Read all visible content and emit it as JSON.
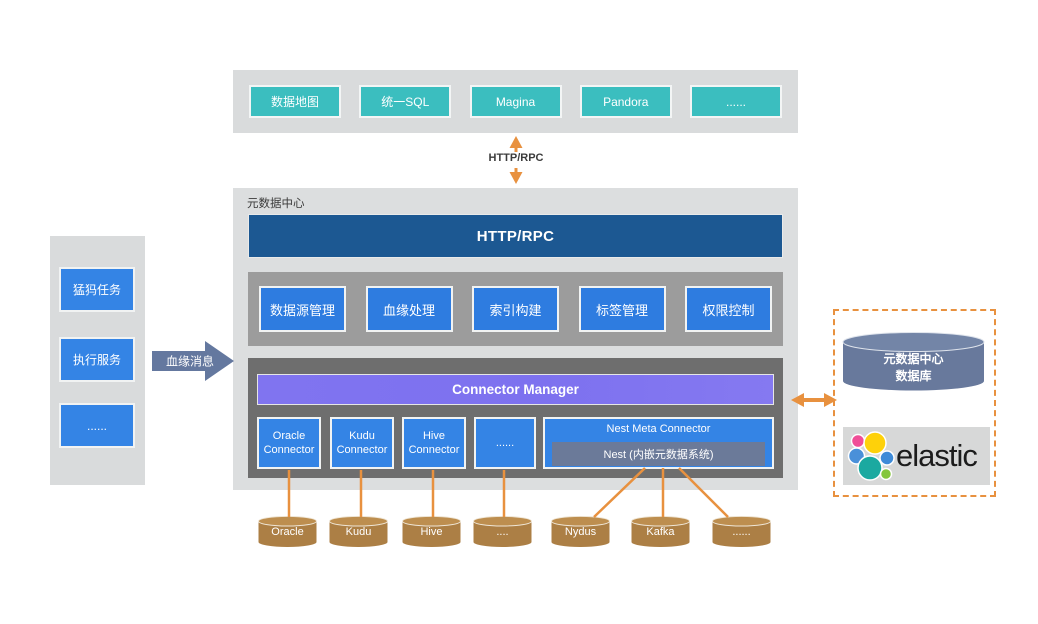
{
  "top_apps": {
    "items": [
      "数据地图",
      "统一SQL",
      "Magina",
      "Pandora",
      "......"
    ]
  },
  "link": {
    "http_rpc": "HTTP/RPC"
  },
  "metadata_center": {
    "title": "元数据中心",
    "gateway": "HTTP/RPC",
    "modules": [
      "数据源管理",
      "血缘处理",
      "索引构建",
      "标签管理",
      "权限控制"
    ],
    "connector_manager": "Connector Manager",
    "connectors": [
      "Oracle Connector",
      "Kudu Connector",
      "Hive Connector",
      "......"
    ],
    "nest": {
      "title": "Nest Meta Connector",
      "inner": "Nest (内嵌元数据系统)"
    }
  },
  "producers": {
    "items": [
      "猛犸任务",
      "执行服务",
      "......"
    ]
  },
  "lineage": {
    "label": "血缘消息"
  },
  "storage": {
    "db": [
      "元数据中心",
      "数据库"
    ],
    "elastic": "elastic"
  },
  "datasources": [
    "Oracle",
    "Kudu",
    "Hive",
    "....",
    "Nydus",
    "Kafka",
    "......"
  ],
  "colors": {
    "teal": "#3bbebf",
    "blue": "#3484e5",
    "dark_blue": "#1c5892",
    "purple": "#7d71ef",
    "orange": "#e8913f",
    "steel_blue": "#64789f",
    "db_blue": "#68799c",
    "brown": "#ac7f45"
  }
}
